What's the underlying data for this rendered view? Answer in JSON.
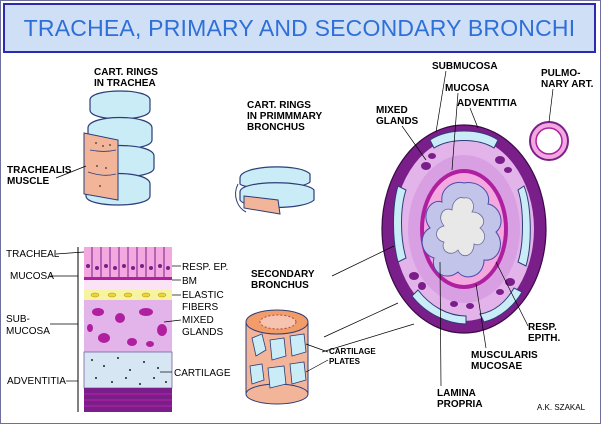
{
  "title": "TRACHEA, PRIMARY AND SECONDARY BRONCHI",
  "labels": {
    "cart_rings_trachea": [
      "CART. RINGS",
      "IN TRACHEA"
    ],
    "trachealis_muscle": [
      "TRACHEALIS",
      "MUSCLE"
    ],
    "cart_rings_primary": [
      "CART. RINGS",
      "IN PRIMMMARY",
      "BRONCHUS"
    ],
    "secondary_bronchus": [
      "SECONDARY",
      "BRONCHUS"
    ],
    "cartilage_plates": [
      "CARTILAGE",
      "PLATES"
    ],
    "tracheal": "TRACHEAL",
    "mucosa_left": "MUCOSA",
    "sub_mucosa": [
      "SUB-",
      "MUCOSA"
    ],
    "adventitia_left": "ADVENTITIA",
    "resp_ep": "RESP. EP.",
    "bm": "BM",
    "elastic_fibers": [
      "ELASTIC",
      "FIBERS"
    ],
    "mixed_glands_left": [
      "MIXED",
      "GLANDS"
    ],
    "cartilage": "CARTILAGE",
    "submucosa_right": "SUBMUCOSA",
    "mucosa_right": "MUCOSA",
    "adventitia_right": "ADVENTITIA",
    "mixed_glands_right": [
      "MIXED",
      "GLANDS"
    ],
    "pulmonary_art": [
      "PULMO-",
      "NARY ART."
    ],
    "resp_epith": [
      "RESP.",
      "EPITH."
    ],
    "muscularis_mucosae": [
      "MUSCULARIS",
      "MUCOSAE"
    ],
    "lamina_propria": [
      "LAMINA",
      "PROPRIA"
    ],
    "credit": "A.K. SZAKAL"
  },
  "colors": {
    "title_bg": "#cfe0f6",
    "title_text": "#2f6fd8",
    "cartilage_blue": "#c9ecf6",
    "muscle_salmon": "#f2b59a",
    "mucosa_pink": "#f3a8e0",
    "submucosa_lavender": "#e3b4ea",
    "adventitia_purple": "#7a1f8a",
    "lumen_lavender": "#c2c4ea"
  }
}
